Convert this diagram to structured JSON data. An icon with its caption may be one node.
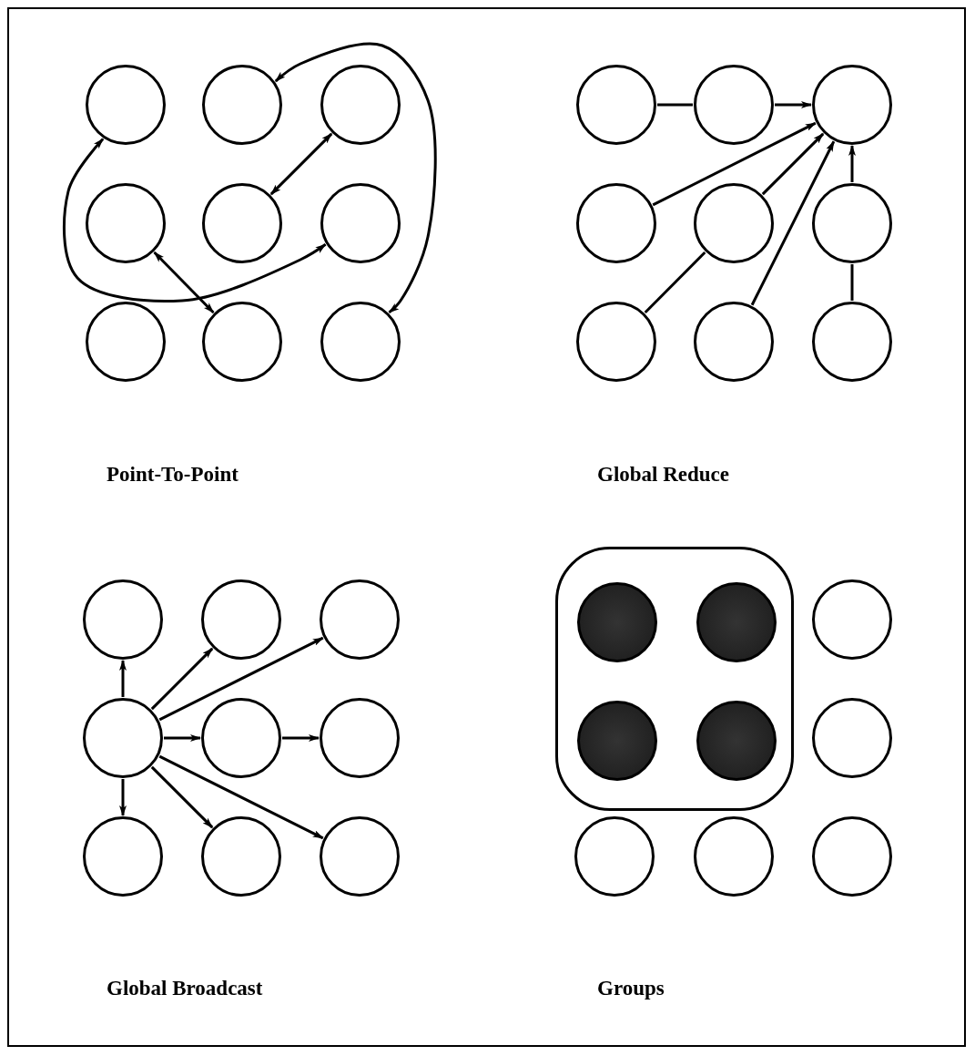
{
  "diagram": {
    "nodes": [
      {
        "text": [],
        "shape": "circle"
      },
      {
        "text": [],
        "shape": "circle"
      },
      {
        "text": [],
        "shape": "circle"
      },
      {
        "text": [],
        "shape": "circle"
      },
      {
        "text": [],
        "shape": "circle"
      },
      {
        "text": [],
        "shape": "circle"
      },
      {
        "text": [],
        "shape": "circle"
      },
      {
        "text": [],
        "shape": "circle"
      },
      {
        "text": [],
        "shape": "circle"
      },
      {
        "text": [],
        "shape": "circle"
      },
      {
        "text": [],
        "shape": "circle"
      },
      {
        "text": [],
        "shape": "circle"
      },
      {
        "text": [],
        "shape": "circle"
      },
      {
        "text": [],
        "shape": "circle"
      },
      {
        "text": [],
        "shape": "circle"
      },
      {
        "text": [],
        "shape": "circle"
      },
      {
        "text": [],
        "shape": "circle"
      },
      {
        "text": [],
        "shape": "circle"
      },
      {
        "text": [],
        "shape": "circle"
      },
      {
        "text": [],
        "shape": "circle"
      },
      {
        "text": [],
        "shape": "circle"
      },
      {
        "text": [],
        "shape": "circle"
      },
      {
        "text": [],
        "shape": "circle"
      },
      {
        "text": [],
        "shape": "circle"
      },
      {
        "text": [],
        "shape": "circle"
      },
      {
        "text": [],
        "shape": "circle"
      },
      {
        "text": [],
        "shape": "circle"
      },
      {
        "text": [],
        "shape": "box"
      },
      {
        "text": [],
        "shape": "disc",
        "in": 27
      },
      {
        "text": [],
        "shape": "disc",
        "in": 27
      },
      {
        "text": [],
        "shape": "circle"
      },
      {
        "text": [],
        "shape": "disc",
        "in": 27
      },
      {
        "text": [],
        "shape": "disc",
        "in": 27
      },
      {
        "text": [],
        "shape": "circle"
      },
      {
        "text": [],
        "shape": "circle"
      },
      {
        "text": [],
        "shape": "circle"
      },
      {
        "text": [],
        "shape": "circle"
      }
    ],
    "edges": [
      {
        "from": 0,
        "to": 5,
        "arrow": "both"
      },
      {
        "from": 1,
        "to": 8,
        "arrow": "both"
      },
      {
        "from": 2,
        "to": 4,
        "arrow": "both"
      },
      {
        "from": 3,
        "to": 7,
        "arrow": "both"
      },
      {
        "from": 9,
        "to": 10,
        "arrow": "none"
      },
      {
        "from": 10,
        "to": 11,
        "arrow": "to"
      },
      {
        "from": 12,
        "to": 11,
        "arrow": "to"
      },
      {
        "from": 15,
        "to": 13,
        "arrow": "none"
      },
      {
        "from": 13,
        "to": 11,
        "arrow": "to"
      },
      {
        "from": 16,
        "to": 11,
        "arrow": "to"
      },
      {
        "from": 17,
        "to": 14,
        "arrow": "none"
      },
      {
        "from": 14,
        "to": 11,
        "arrow": "to"
      },
      {
        "from": 21,
        "to": 18,
        "arrow": "to"
      },
      {
        "from": 21,
        "to": 19,
        "arrow": "to"
      },
      {
        "from": 21,
        "to": 20,
        "arrow": "to"
      },
      {
        "from": 21,
        "to": 22,
        "arrow": "to"
      },
      {
        "from": 22,
        "to": 23,
        "arrow": "to"
      },
      {
        "from": 21,
        "to": 24,
        "arrow": "to"
      },
      {
        "from": 21,
        "to": 25,
        "arrow": "to"
      },
      {
        "from": 21,
        "to": 26,
        "arrow": "to"
      }
    ],
    "labels": [
      "Point-To-Point",
      "Global Reduce",
      "Global Broadcast",
      "Groups"
    ]
  }
}
